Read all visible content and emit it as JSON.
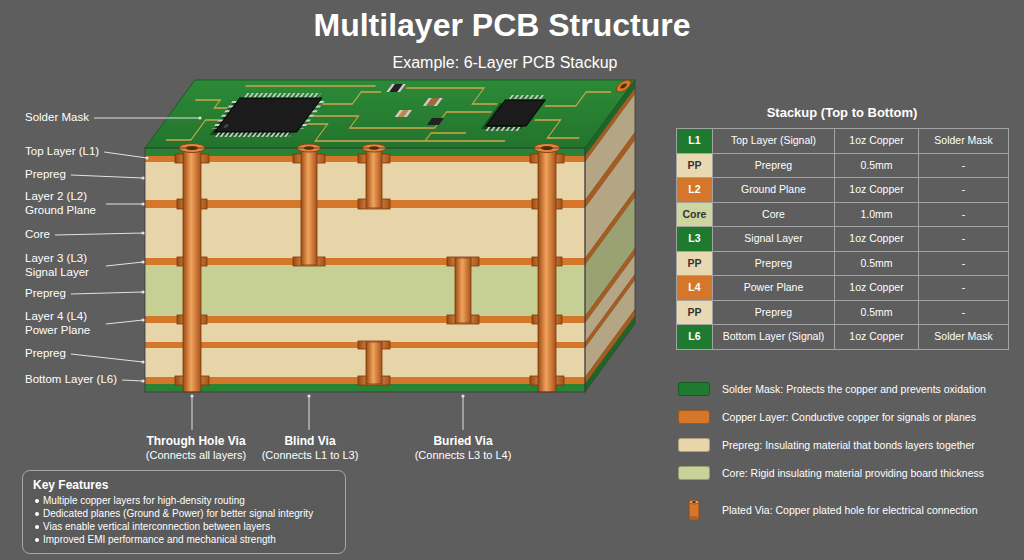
{
  "diagram": {
    "title": "Multilayer PCB Structure",
    "nodes": [
      {
        "text": [
          "Key Features",
          "Multiple copper layers for high-density routing",
          "Dedicated planes (Ground & Power) for better signal integrity",
          "Vias enable vertical interconnection between layers",
          "Improved EMI performance and mechanical strength"
        ]
      }
    ],
    "labels": [
      "Example: 6-Layer PCB Stackup",
      "Solder Mask",
      "Top Layer (L1)",
      "Prepreg",
      "Layer 2 (L2) Ground Plane",
      "Core",
      "Layer 3 (L3) Signal Layer",
      "Prepreg",
      "Layer 4 (L4) Power Plane",
      "Prepreg",
      "Bottom Layer (L6)",
      "Through Hole Via",
      "(Connects all layers)",
      "Blind Via",
      "(Connects L1 to L3)",
      "Buried Via",
      "(Connects L3 to L4)",
      "Stackup (Top to Bottom)",
      "L1",
      "Top Layer (Signal)",
      "1oz Copper",
      "Solder Mask",
      "PP",
      "Prepreg",
      "0.5mm",
      "-",
      "L2",
      "Ground Plane",
      "1oz Copper",
      "-",
      "Core",
      "Core",
      "1.0mm",
      "-",
      "L3",
      "Signal Layer",
      "1oz Copper",
      "-",
      "PP",
      "Prepreg",
      "0.5mm",
      "-",
      "L4",
      "Power Plane",
      "1oz Copper",
      "-",
      "PP",
      "Prepreg",
      "0.5mm",
      "-",
      "L6",
      "Bottom Layer (Signal)",
      "1oz Copper",
      "Solder Mask"
    ],
    "legend": [
      {
        "text": "Solder Mask: Protects the copper and prevents oxidation",
        "color": "#1f7a30"
      },
      {
        "text": "Copper Layer: Conductive copper for signals or planes",
        "color": "#d4772a"
      },
      {
        "text": "Prepreg: Insulating material that bonds layers together",
        "color": "#e8d5aa"
      },
      {
        "text": "Core: Rigid insulating material providing board thickness",
        "color": "#c8d29a"
      },
      {
        "text": "Plated Via: Copper plated hole for electrical connection"
      }
    ]
  }
}
